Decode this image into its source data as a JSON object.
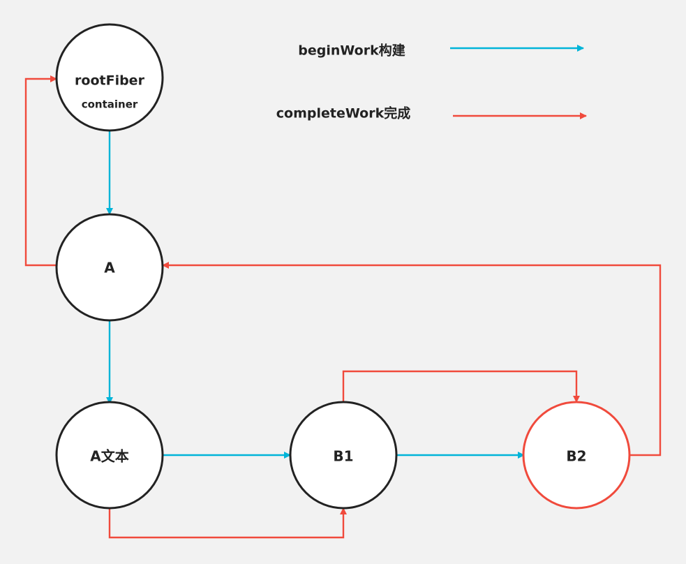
{
  "colors": {
    "background": "#f2f2f2",
    "begin": "#00b4d8",
    "complete": "#f04a3c",
    "node_stroke": "#222222",
    "node_fill": "#ffffff",
    "text": "#222222"
  },
  "legend": {
    "begin_label": "beginWork构建",
    "complete_label": "completeWork完成"
  },
  "nodes": {
    "root": {
      "label": "rootFiber",
      "sublabel": "container"
    },
    "a": {
      "label": "A"
    },
    "atext": {
      "label": "A文本"
    },
    "b1": {
      "label": "B1"
    },
    "b2": {
      "label": "B2"
    }
  },
  "edges": [
    {
      "from": "root",
      "to": "a",
      "kind": "begin"
    },
    {
      "from": "a",
      "to": "atext",
      "kind": "begin"
    },
    {
      "from": "atext",
      "to": "b1",
      "kind": "begin"
    },
    {
      "from": "b1",
      "to": "b2",
      "kind": "begin"
    },
    {
      "from": "atext",
      "to": "b1",
      "kind": "complete"
    },
    {
      "from": "b1",
      "to": "b2",
      "kind": "complete"
    },
    {
      "from": "b2",
      "to": "a",
      "kind": "complete"
    },
    {
      "from": "a",
      "to": "root",
      "kind": "complete"
    }
  ]
}
